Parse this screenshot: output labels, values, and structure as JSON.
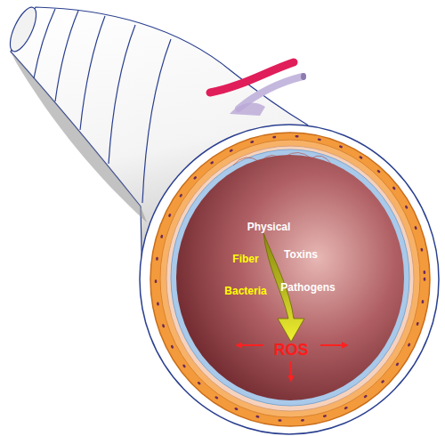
{
  "diagram": {
    "labels": [
      "Physical",
      "Fiber",
      "Toxins",
      "Bacteria",
      "Pathogens",
      "ROS"
    ]
  }
}
